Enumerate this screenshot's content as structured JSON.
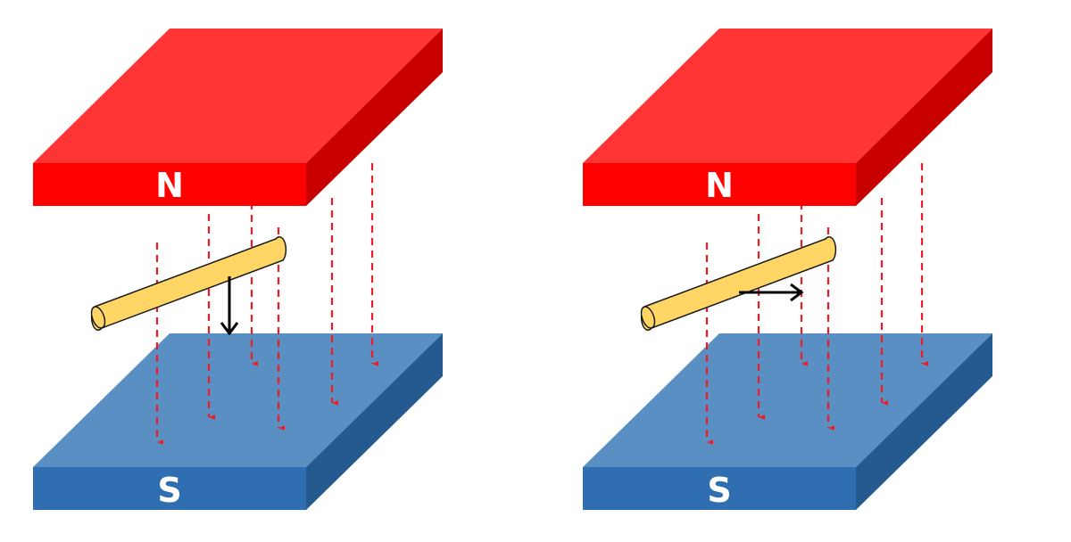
{
  "colors": {
    "north_top": "#ff3434",
    "north_front": "#ff0000",
    "north_side": "#c80000",
    "south_top": "#5a8fc3",
    "south_front": "#2f6eb0",
    "south_side": "#245a90",
    "field_line": "#ee1c24",
    "rod_fill": "#ffd566",
    "rod_stroke": "#1a1a1a",
    "motion_arrow": "#000000"
  },
  "panels": [
    {
      "north_label": "N",
      "south_label": "S",
      "rod_motion": "down",
      "field_direction": "down"
    },
    {
      "north_label": "N",
      "south_label": "S",
      "rod_motion": "right",
      "field_direction": "down"
    }
  ]
}
